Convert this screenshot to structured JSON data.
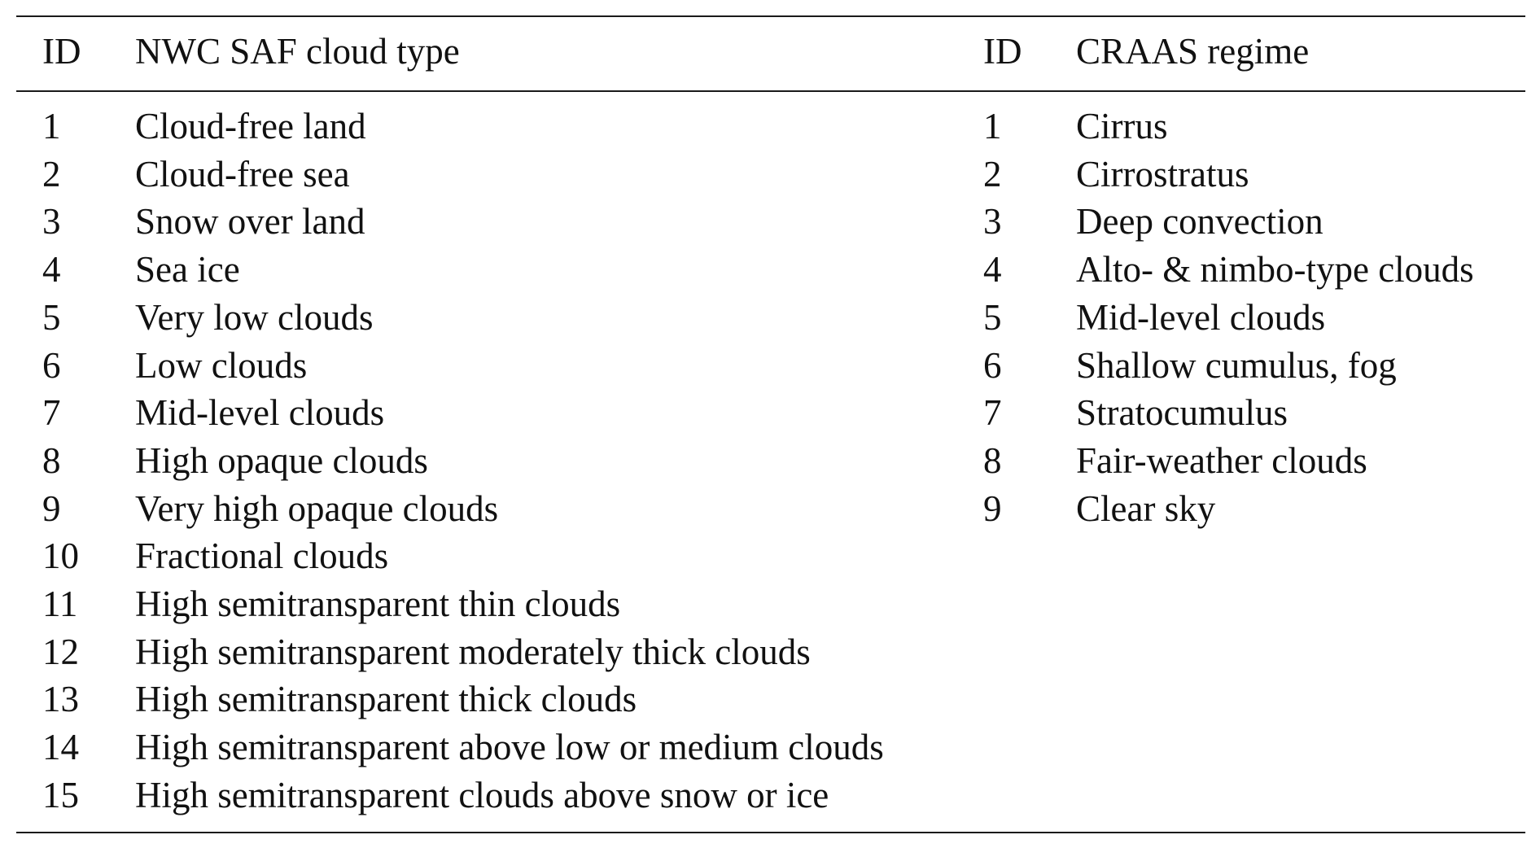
{
  "table": {
    "headers": {
      "left_id": "ID",
      "left_name": "NWC SAF cloud type",
      "right_id": "ID",
      "right_name": "CRAAS regime"
    },
    "left_rows": [
      {
        "id": "1",
        "name": "Cloud-free land"
      },
      {
        "id": "2",
        "name": "Cloud-free sea"
      },
      {
        "id": "3",
        "name": "Snow over land"
      },
      {
        "id": "4",
        "name": "Sea ice"
      },
      {
        "id": "5",
        "name": "Very low clouds"
      },
      {
        "id": "6",
        "name": "Low clouds"
      },
      {
        "id": "7",
        "name": "Mid-level clouds"
      },
      {
        "id": "8",
        "name": "High opaque clouds"
      },
      {
        "id": "9",
        "name": "Very high opaque clouds"
      },
      {
        "id": "10",
        "name": "Fractional clouds"
      },
      {
        "id": "11",
        "name": "High semitransparent thin clouds"
      },
      {
        "id": "12",
        "name": "High semitransparent moderately thick clouds"
      },
      {
        "id": "13",
        "name": "High semitransparent thick clouds"
      },
      {
        "id": "14",
        "name": "High semitransparent above low or medium clouds"
      },
      {
        "id": "15",
        "name": "High semitransparent clouds above snow or ice"
      }
    ],
    "right_rows": [
      {
        "id": "1",
        "name": "Cirrus"
      },
      {
        "id": "2",
        "name": "Cirrostratus"
      },
      {
        "id": "3",
        "name": "Deep convection"
      },
      {
        "id": "4",
        "name": "Alto- & nimbo-type clouds"
      },
      {
        "id": "5",
        "name": "Mid-level clouds"
      },
      {
        "id": "6",
        "name": "Shallow cumulus, fog"
      },
      {
        "id": "7",
        "name": "Stratocumulus"
      },
      {
        "id": "8",
        "name": "Fair-weather clouds"
      },
      {
        "id": "9",
        "name": "Clear sky"
      }
    ]
  }
}
